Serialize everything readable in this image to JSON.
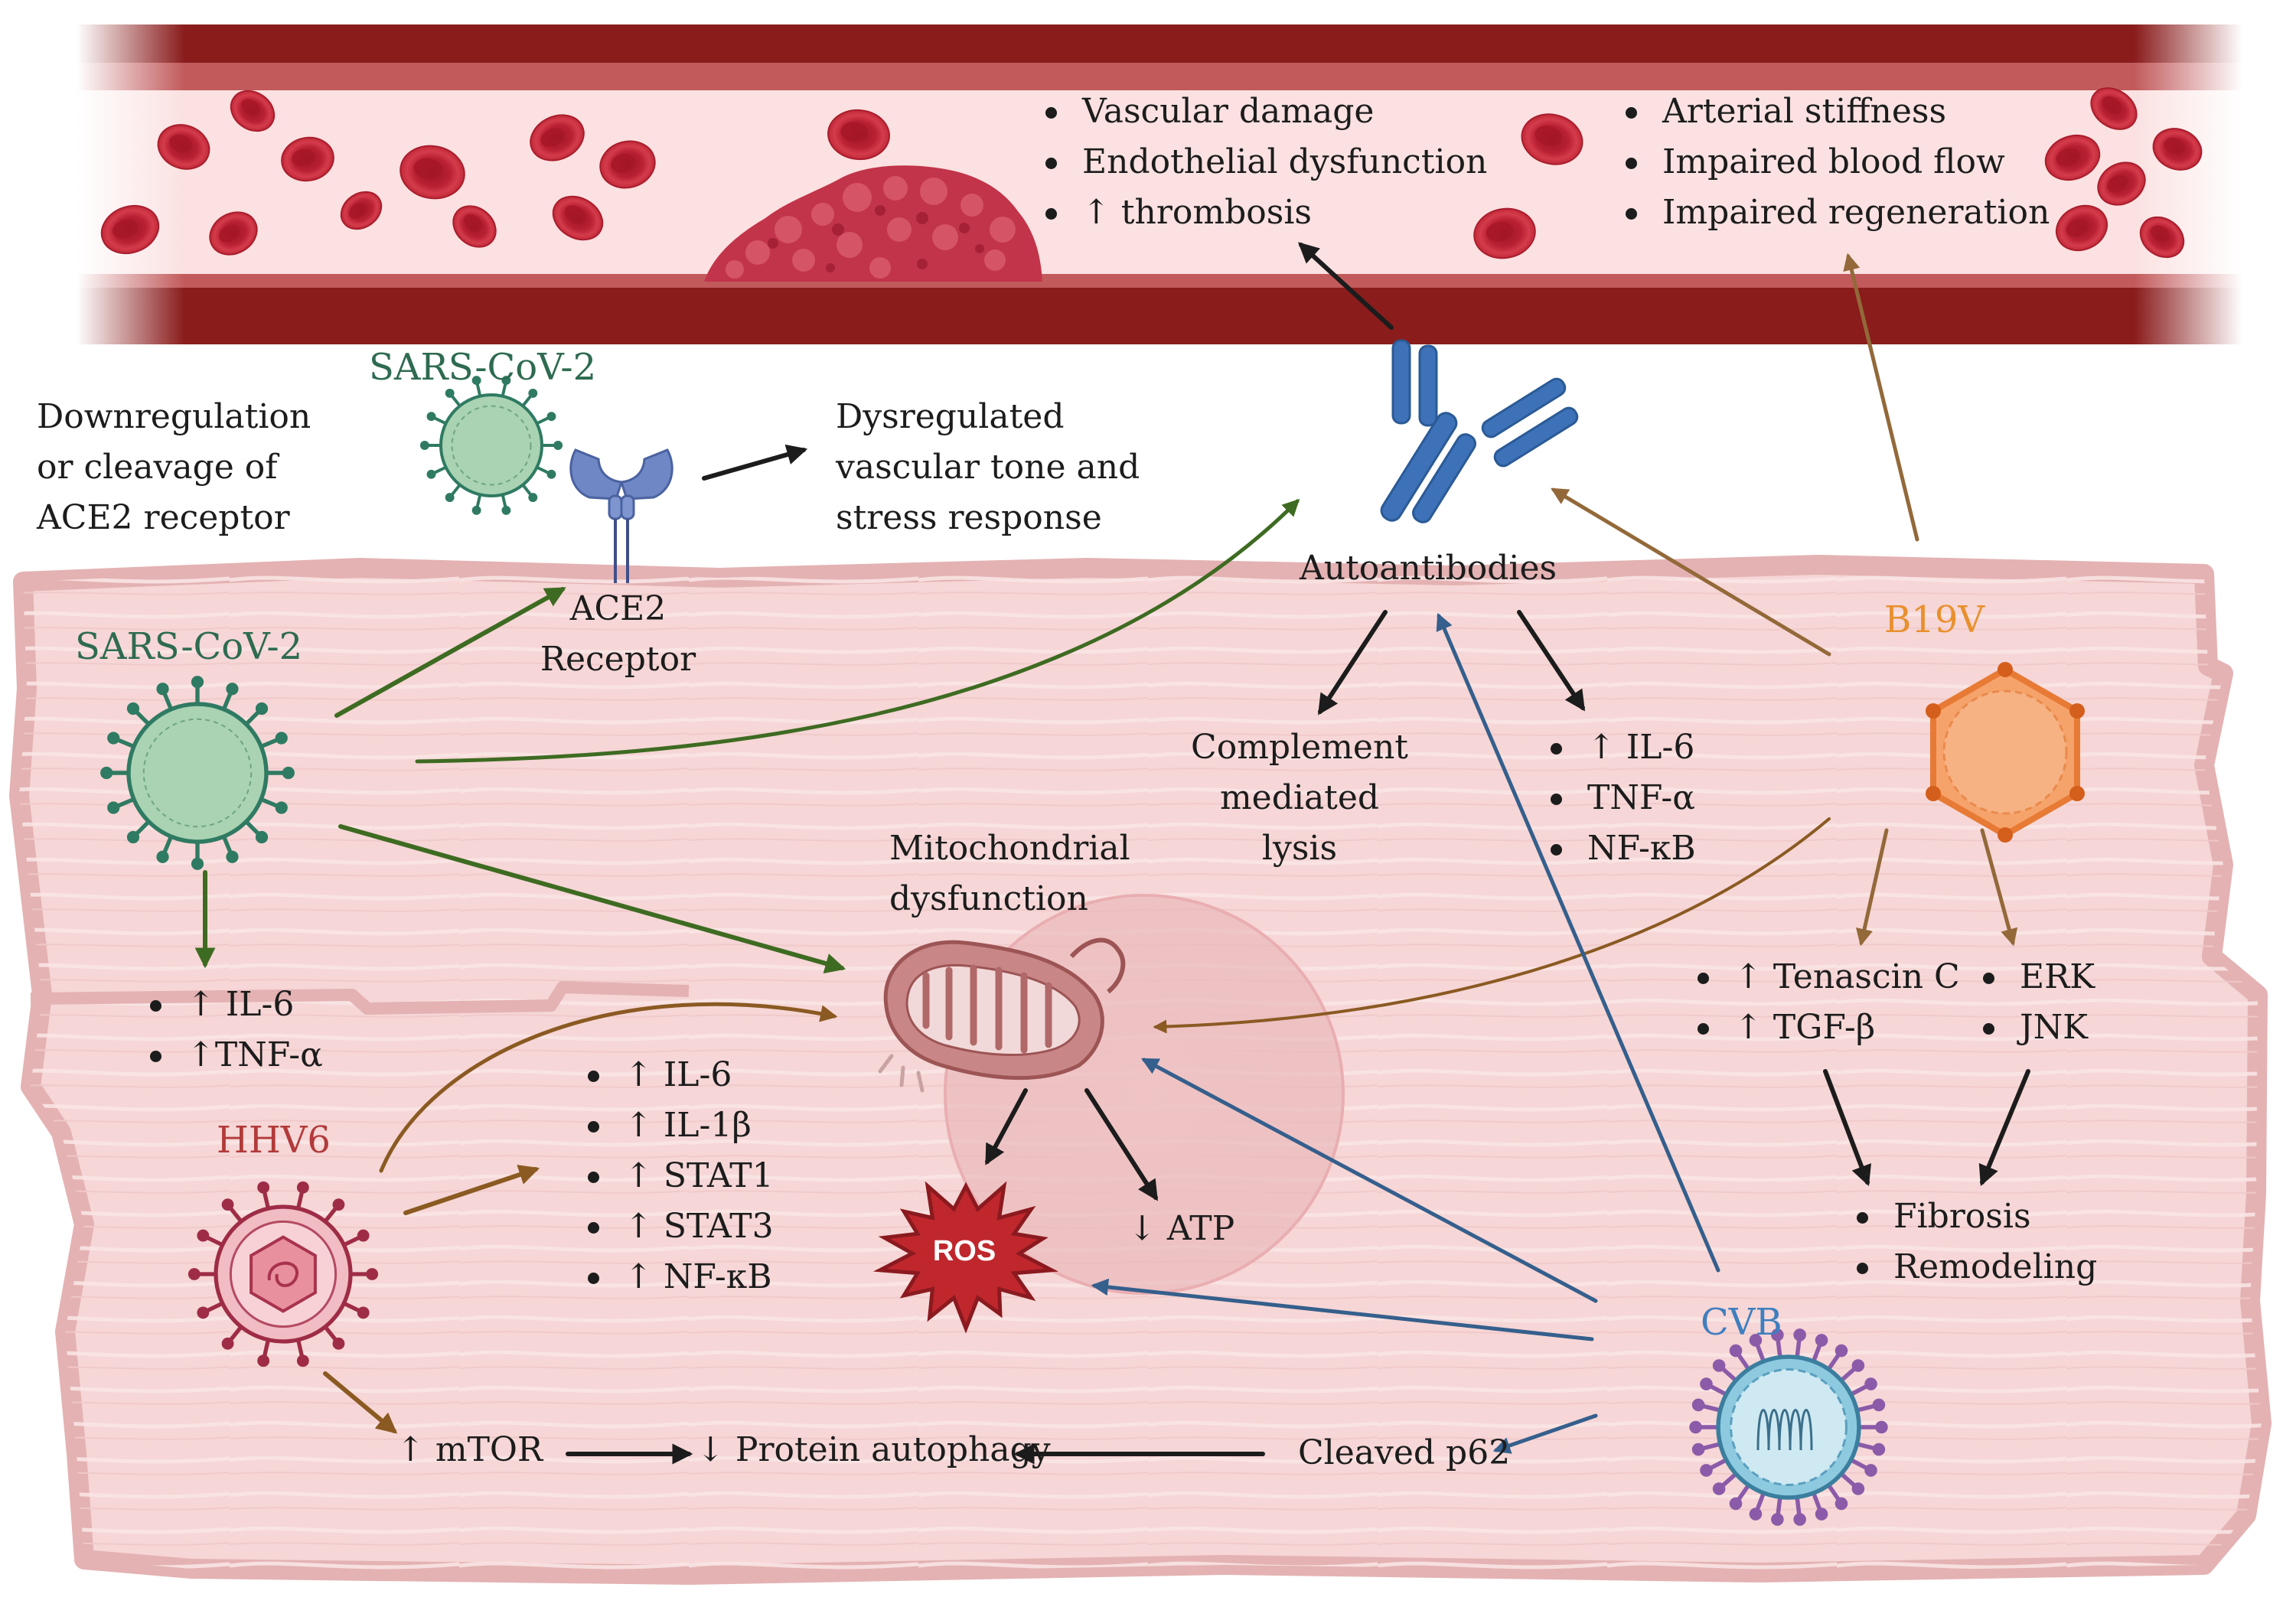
{
  "viruses": {
    "sars_top": {
      "label": "SARS-CoV-2",
      "color": "#2e6b50"
    },
    "sars_main": {
      "label": "SARS-CoV-2",
      "color": "#2e6b50"
    },
    "hhv6": {
      "label": "HHV6",
      "color": "#b23a3a"
    },
    "b19v": {
      "label": "B19V",
      "color": "#e8902e"
    },
    "cvb": {
      "label": "CVB",
      "color": "#3f7fbf"
    }
  },
  "vessel": {
    "left_effects": [
      "Vascular damage",
      "Endothelial dysfunction",
      "↑ thrombosis"
    ],
    "right_effects": [
      "Arterial stiffness",
      "Impaired blood flow",
      "Impaired regeneration"
    ]
  },
  "labels": {
    "ace2_downregulation": "Downregulation or cleavage of ACE2 receptor",
    "dysregulated": "Dysregulated vascular tone and stress response",
    "ace2_receptor": "ACE2 Receptor",
    "autoantibodies": "Autoantibodies",
    "complement": "Complement mediated lysis",
    "mitochondrial": "Mitochondrial dysfunction",
    "ros": "ROS",
    "atp": "↓ ATP",
    "mtor": "↑ mTOR",
    "protein_autophagy": "↓ Protein autophagy",
    "cleaved_p62": "Cleaved p62"
  },
  "lists": {
    "sars_cytokines": [
      "↑ IL-6",
      "↑TNF-α"
    ],
    "autoantibody_cytokines": [
      "↑ IL-6",
      "TNF-α",
      "NF-κB"
    ],
    "hhv6_cytokines": [
      "↑ IL-6",
      "↑ IL-1β",
      "↑ STAT1",
      "↑ STAT3",
      "↑ NF-κB"
    ],
    "b19v_fibrotic": [
      "↑ Tenascin C",
      "↑ TGF-β"
    ],
    "b19v_kinases": [
      "ERK",
      "JNK"
    ],
    "outcomes": [
      "Fibrosis",
      "Remodeling"
    ]
  },
  "colors": {
    "vessel_wall": "#8a1c1c",
    "vessel_lumen": "#fbe1e1",
    "tissue": "#f6d6d6",
    "tissue_border": "#e4b2b3",
    "rbc": "#c7283a",
    "antibody": "#3d72b8",
    "green_arrow": "#3e6b22",
    "brown_arrow": "#8a5a22",
    "gold_arrow": "#93693a",
    "blue_arrow": "#355f8c",
    "black_arrow": "#1c1c1c",
    "ros": "#c0272d",
    "mito": "#b87070"
  }
}
